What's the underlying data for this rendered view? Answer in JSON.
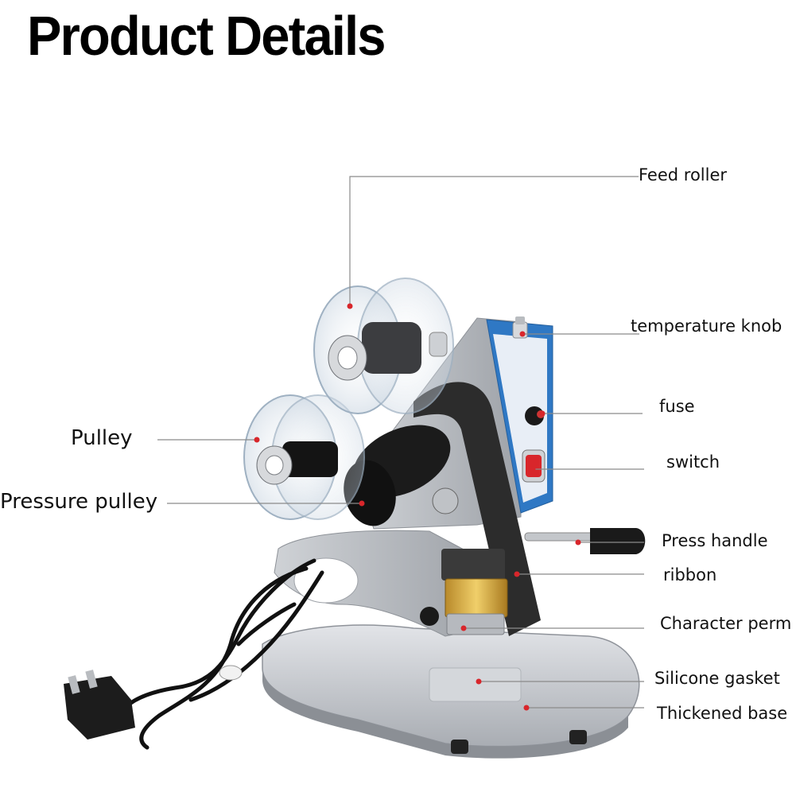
{
  "title": "Product Details",
  "labels": {
    "feed_roller": "Feed roller",
    "temperature_knob": "temperature knob",
    "fuse": "fuse",
    "switch": "switch",
    "pulley": "Pulley",
    "pressure_pulley": "Pressure pulley",
    "press_handle": "Press handle",
    "ribbon": "ribbon",
    "character_perm": "Character perm",
    "silicone_gasket": "Silicone gasket",
    "thickened_base": "Thickened base"
  },
  "colors": {
    "leader_line": "#8a8a8a",
    "marker_dot": "#d8262b",
    "machine_body": "#c9ccd1",
    "control_panel": "#2f78c4",
    "handle": "#1a1a1a"
  }
}
